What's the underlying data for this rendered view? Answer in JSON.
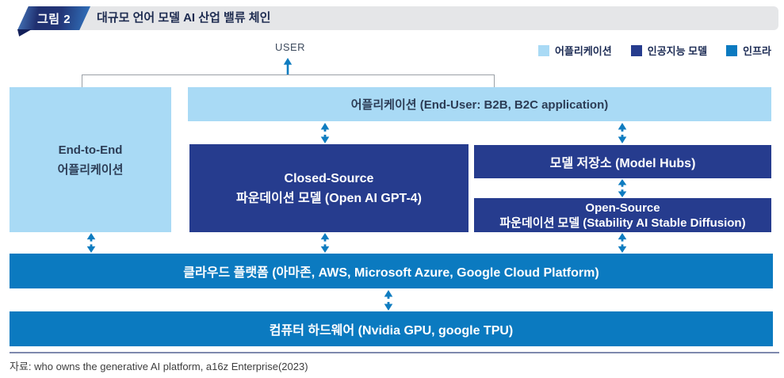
{
  "header": {
    "badge_label": "그림 2",
    "title": "대규모 언어 모델 AI 산업 밸류 체인"
  },
  "legend": [
    {
      "label": "어플리케이션",
      "color": "#a9daf5"
    },
    {
      "label": "인공지능 모델",
      "color": "#263c8e"
    },
    {
      "label": "인프라",
      "color": "#0b7ac0"
    }
  ],
  "colors": {
    "application": "#a9daf5",
    "ai_model": "#263c8e",
    "infra": "#0b7ac0",
    "arrow": "#0e7cc0"
  },
  "diagram": {
    "user_label": "USER",
    "nodes": {
      "end_to_end": {
        "line1": "End-to-End",
        "line2": "어플리케이션"
      },
      "application": {
        "label": "어플리케이션 (End-User: B2B, B2C application)"
      },
      "closed_source": {
        "line1": "Closed-Source",
        "line2": "파운데이션 모델 (Open AI GPT-4)"
      },
      "model_hubs": {
        "label": "모델 저장소 (Model Hubs)"
      },
      "open_source": {
        "line1": "Open-Source",
        "line2": "파운데이션 모델 (Stability AI Stable Diffusion)"
      },
      "cloud_platform": {
        "label": "클라우드 플랫폼 (아마존, AWS, Microsoft Azure, Google Cloud Platform)"
      },
      "hardware": {
        "label": "컴퓨터 하드웨어 (Nvidia GPU, google TPU)"
      }
    }
  },
  "footer": {
    "source": "자료: who owns the generative AI platform, a16z Enterprise(2023)"
  }
}
